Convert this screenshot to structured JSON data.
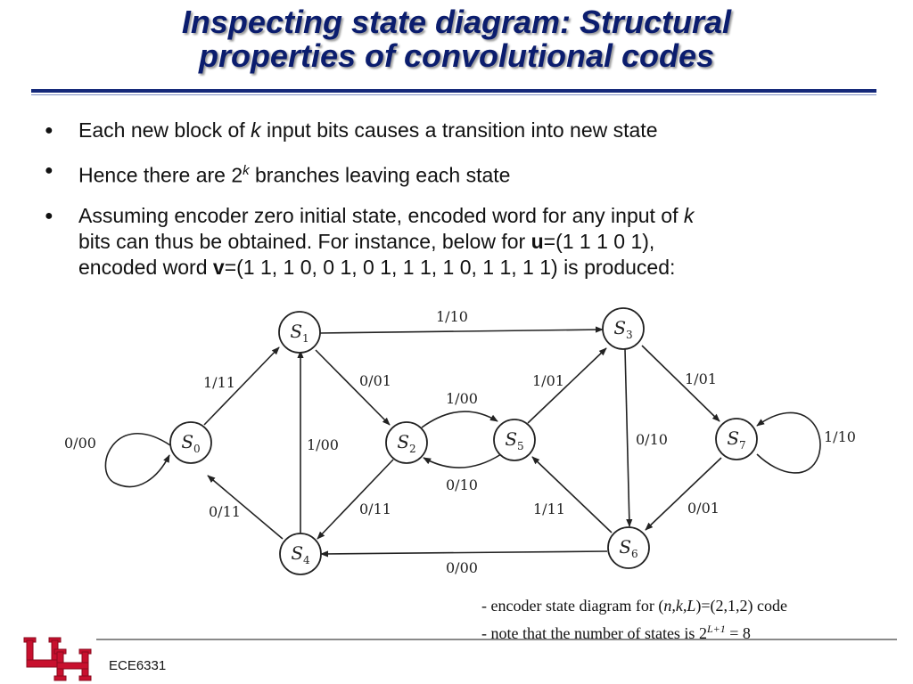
{
  "slide": {
    "title_line1": "Inspecting state diagram: Structural",
    "title_line2": "properties of convolutional codes",
    "course": "ECE6331"
  },
  "bullets": {
    "b1_pre": "Each new block of ",
    "b1_k": "k",
    "b1_post": " input bits causes a transition into new state",
    "b2_pre": "Hence there are 2",
    "b2_exp": "k",
    "b2_post": " branches leaving each state",
    "b3_line1_pre": "Assuming encoder zero initial state, encoded word for any input of ",
    "b3_line1_k": "k",
    "b3_line2_pre": "bits can thus be obtained. For instance, below for ",
    "b3_u": "u",
    "b3_u_val": "=(1 1 1 0 1),",
    "b3_line3_pre": "encoded word ",
    "b3_v": "v",
    "b3_v_val": "=(1 1, 1 0, 0 1, 0 1, 1 1, 1 0, 1 1, 1 1) is produced:"
  },
  "diagram": {
    "states": {
      "s0": {
        "letter": "S",
        "sub": "0"
      },
      "s1": {
        "letter": "S",
        "sub": "1"
      },
      "s2": {
        "letter": "S",
        "sub": "2"
      },
      "s3": {
        "letter": "S",
        "sub": "3"
      },
      "s4": {
        "letter": "S",
        "sub": "4"
      },
      "s5": {
        "letter": "S",
        "sub": "5"
      },
      "s6": {
        "letter": "S",
        "sub": "6"
      },
      "s7": {
        "letter": "S",
        "sub": "7"
      }
    },
    "edges": {
      "s0_s0": "0/00",
      "s0_s1": "1/11",
      "s4_s0": "0/11",
      "s1_s3": "1/10",
      "s1_s2": "0/01",
      "s4_s1": "1/00",
      "s2_s5": "1/00",
      "s5_s2": "0/10",
      "s2_s4": "0/11",
      "s5_s3": "1/01",
      "s6_s5": "1/11",
      "s3_s6": "0/10",
      "s3_s7": "1/01",
      "s7_s7": "1/10",
      "s7_s6": "0/01",
      "s6_s4": "0/00"
    }
  },
  "caption": {
    "line1_pre": "- encoder state diagram for (",
    "line1_italic": "n,k,L",
    "line1_post": ")=(2,1,2) code",
    "line2_pre": "- note that the number of states is 2",
    "line2_exp": "L+1",
    "line2_post": " = 8"
  },
  "colors": {
    "title": "#0b1d6e",
    "rule": "#15297a",
    "logo_red": "#c8102e"
  },
  "icons": {
    "logo": "uh-interlocking-logo-icon"
  }
}
